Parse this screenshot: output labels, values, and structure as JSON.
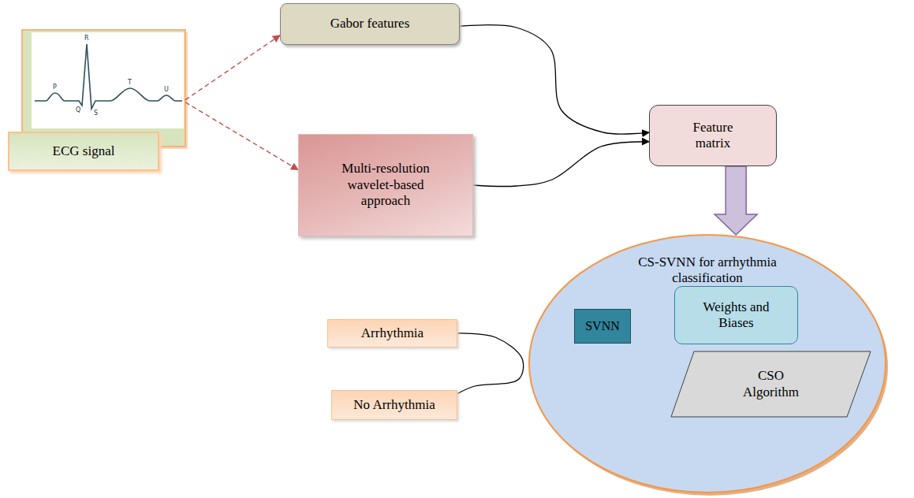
{
  "diagram": {
    "nodes": [
      {
        "text": [
          "ECG signal"
        ]
      },
      {
        "text": [
          "Gabor features"
        ]
      },
      {
        "text": [
          "Multi-resolution wavelet-based approach"
        ]
      },
      {
        "text": [
          "Feature matrix"
        ]
      },
      {
        "text": [
          "CS-SVNN for arrhythmia classification"
        ]
      },
      {
        "text": [
          "SVNN"
        ],
        "in": 4
      },
      {
        "text": [
          "Weights and Biases"
        ],
        "in": 4
      },
      {
        "text": [
          "CSO Algorithm"
        ],
        "in": 4
      },
      {
        "text": [
          "Arrhythmia"
        ]
      },
      {
        "text": [
          "No Arrhythmia"
        ]
      }
    ],
    "edges": [
      {
        "from": 0,
        "to": 1,
        "arrow": "to"
      },
      {
        "from": 0,
        "to": 2,
        "arrow": "to"
      },
      {
        "from": 1,
        "to": 3,
        "arrow": "to"
      },
      {
        "from": 2,
        "to": 3,
        "arrow": "to"
      },
      {
        "from": 3,
        "to": 4,
        "arrow": "to"
      },
      {
        "from": 6,
        "to": 5,
        "arrow": "to"
      },
      {
        "from": 8,
        "to": 9,
        "arrow": "none"
      }
    ],
    "labels": [
      "R",
      "P",
      "T",
      "U",
      "Q",
      "S"
    ]
  }
}
